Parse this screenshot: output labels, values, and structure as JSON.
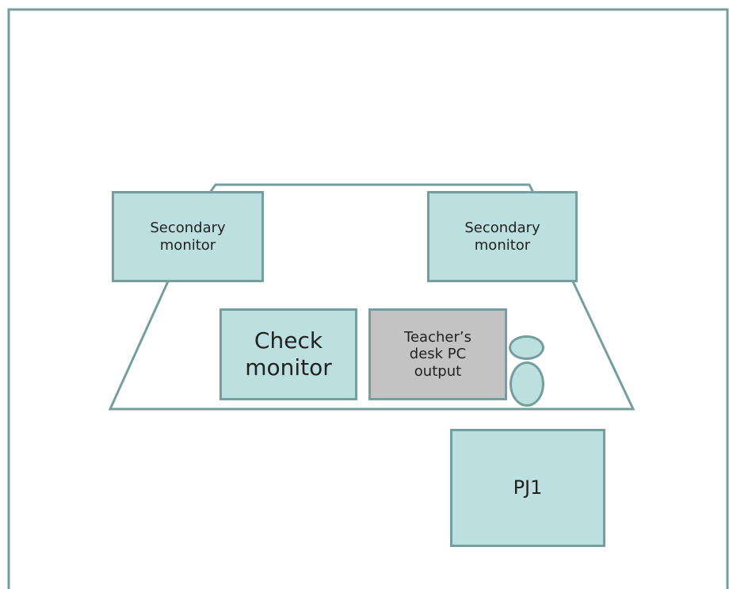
{
  "colors": {
    "frame": "#759e9e",
    "fill_teal": "#bcdfdf",
    "fill_gray": "#c3c3c3",
    "text": "#222222"
  },
  "layout_items": {
    "secondary_left": "Secondary\nmonitor",
    "secondary_right": "Secondary\nmonitor",
    "check_monitor": "Check\nmonitor",
    "teacher_pc": "Teacher’s\ndesk PC\noutput",
    "projector": "PJ1"
  },
  "icons": {
    "person": "person-icon"
  }
}
